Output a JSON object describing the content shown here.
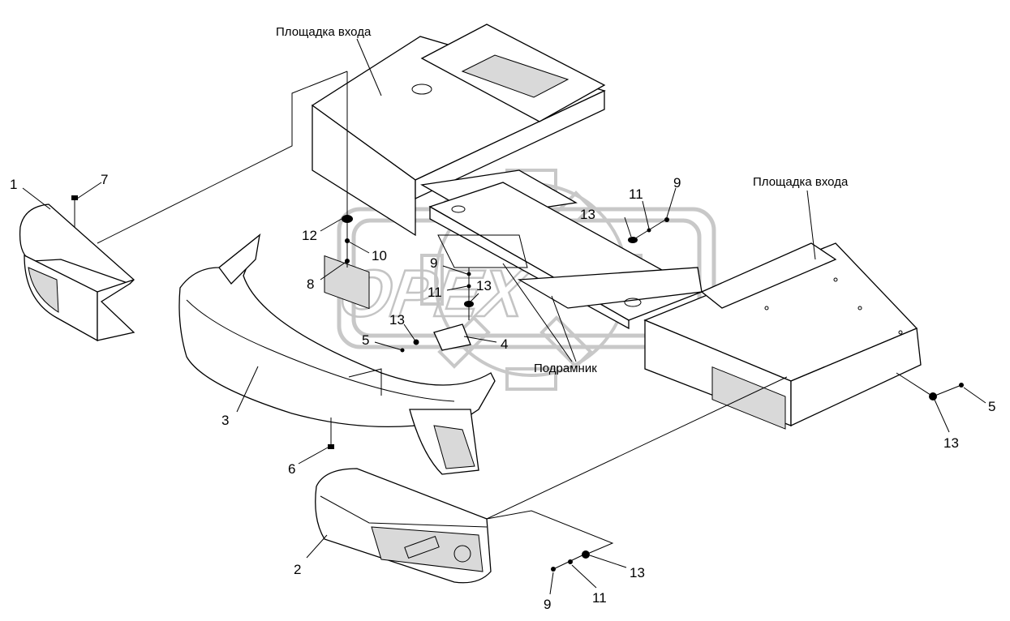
{
  "callouts": {
    "c1": "1",
    "c2": "2",
    "c3": "3",
    "c4": "4",
    "c5a": "5",
    "c5b": "5",
    "c6": "6",
    "c7": "7",
    "c8": "8",
    "c9a": "9",
    "c9b": "9",
    "c9c": "9",
    "c10": "10",
    "c11a": "11",
    "c11b": "11",
    "c11c": "11",
    "c12": "12",
    "c13a": "13",
    "c13b": "13",
    "c13c": "13",
    "c13d": "13",
    "c13e": "13"
  },
  "captions": {
    "platform_left": "Площадка входа",
    "platform_right": "Площадка входа",
    "subframe": "Подрамник"
  },
  "watermark": {
    "text": "OPEX",
    "color": "#c8c8c8"
  }
}
